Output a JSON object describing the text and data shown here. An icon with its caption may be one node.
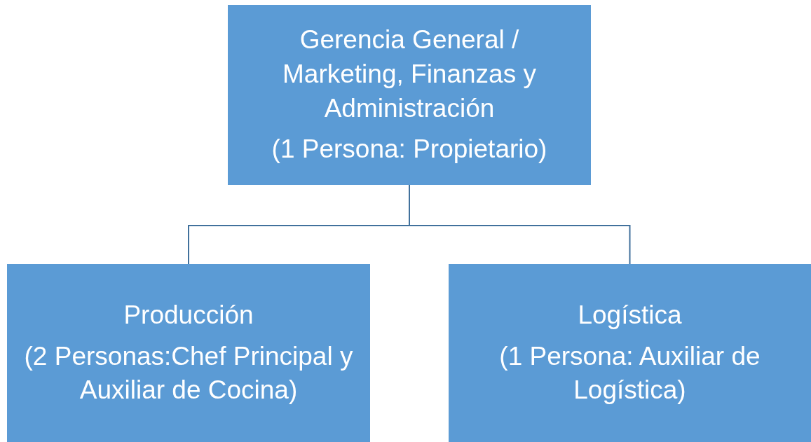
{
  "diagram": {
    "nodes": [
      {
        "text": [
          "Gerencia General / Marketing, Finanzas y Administración",
          "(1 Persona: Propietario)"
        ]
      },
      {
        "text": [
          "Producción",
          "(2 Personas:Chef Principal y Auxiliar de Cocina)"
        ]
      },
      {
        "text": [
          "Logística",
          "(1 Persona: Auxiliar de Logística)"
        ]
      }
    ],
    "edges": [
      {
        "from": 0,
        "to": 1,
        "arrow": "none"
      },
      {
        "from": 0,
        "to": 2,
        "arrow": "none"
      }
    ]
  }
}
